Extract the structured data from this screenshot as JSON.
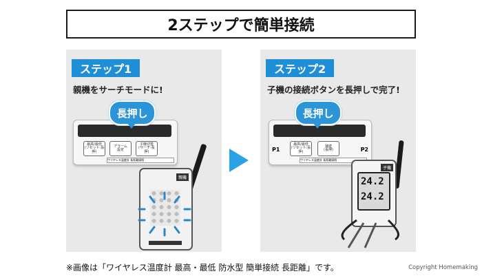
{
  "title": "2ステップで簡単接続",
  "step1": {
    "badge": "ステップ1",
    "text": "親機をサーチモードに!",
    "bubble": "長押し",
    "parent_buttons": [
      "最高/最低\n(リセット:長押)",
      "アラーム\n設定",
      "子機切替\n(サーチ:長押)"
    ],
    "parent_strip": "ワイヤレス温度計 長距離接続",
    "child_tag": "親機"
  },
  "step2": {
    "badge": "ステップ2",
    "text": "子機の接続ボタンを長押しで完了!",
    "bubble": "長押し",
    "parent_buttons": [
      "最高/最低\n(リセット:長押)",
      "接続\n(長押)"
    ],
    "parent_strip": "ワイヤレス温度計 長距離接続",
    "label_p1": "P1",
    "label_p2": "P2",
    "child_tag": "子機",
    "lcd_top": "24.2",
    "lcd_bottom": "24.2"
  },
  "footer": "※画像は「ワイヤレス温度計 最高・最低 防水型 簡単接続 長距離」です。",
  "copyright": "Copyright Homemaking",
  "colors": {
    "accent": "#1e8fd6",
    "bubble": "#2b95d8",
    "arrow": "#2aa3e6"
  }
}
